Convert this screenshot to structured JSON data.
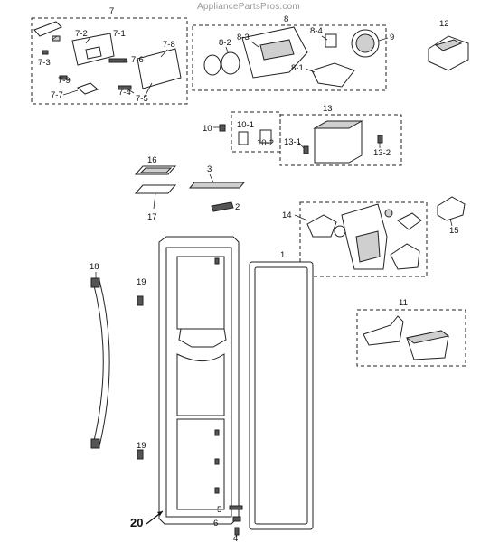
{
  "watermark": "AppliancePartsPros.com",
  "callouts": {
    "c7": "7",
    "c7_1": "7-1",
    "c7_2": "7-2",
    "c7_3": "7-3",
    "c7_4": "7-4",
    "c7_5": "7-5",
    "c7_6": "7-6",
    "c7_7": "7-7",
    "c7_8": "7-8",
    "c7_9": "7-9",
    "c8": "8",
    "c8_1": "8-1",
    "c8_2": "8-2",
    "c8_3": "8-3",
    "c8_4": "8-4",
    "c9": "9",
    "c10": "10",
    "c10_1": "10-1",
    "c10_2": "10-2",
    "c11": "11",
    "c12": "12",
    "c13": "13",
    "c13_1": "13-1",
    "c13_2": "13-2",
    "c14": "14",
    "c15": "15",
    "c16": "16",
    "c17": "17",
    "c18": "18",
    "c19a": "19",
    "c19b": "19",
    "c20": "20",
    "c1": "1",
    "c2": "2",
    "c3": "3",
    "c4": "4",
    "c5": "5",
    "c6": "6"
  }
}
